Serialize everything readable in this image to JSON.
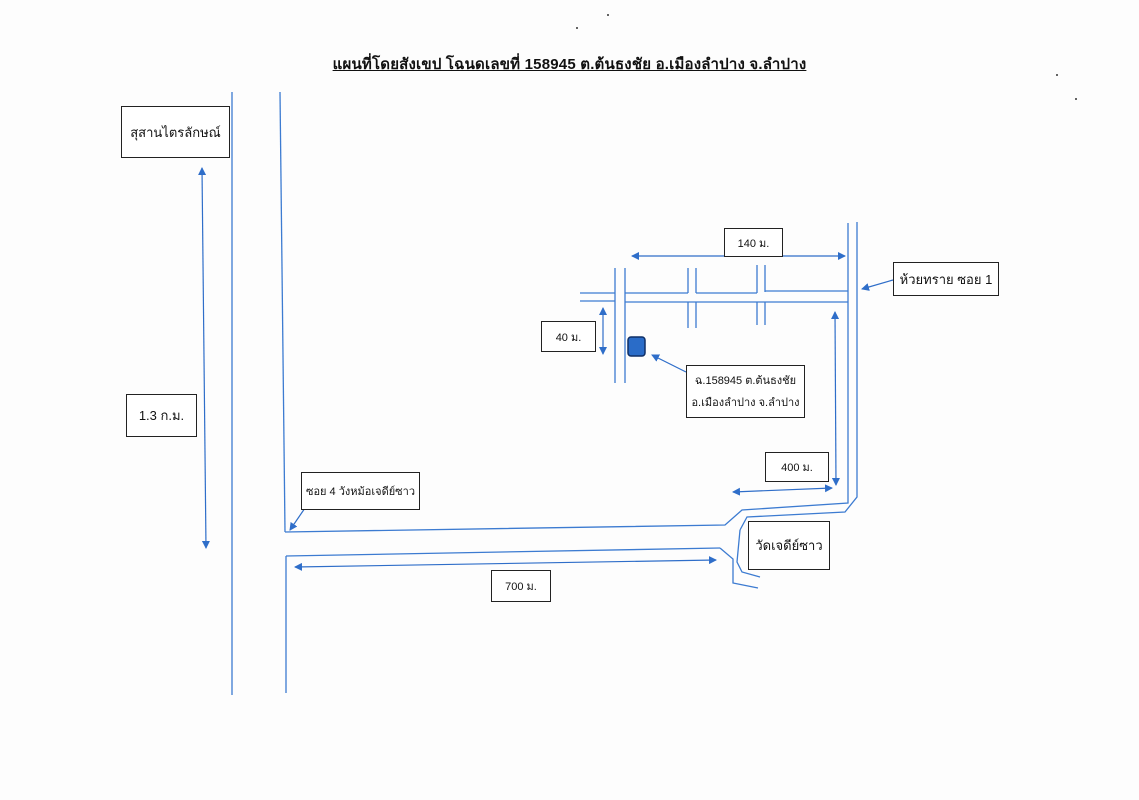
{
  "title": "แผนที่โดยสังเขป โฉนดเลขที่ 158945 ต.ต้นธงชัย อ.เมืองลำปาง จ.ลำปาง",
  "colors": {
    "road": "#3c7bd1",
    "arrow": "#2f6ec9",
    "marker_fill": "#2a6cc8",
    "marker_border": "#0f2f66",
    "box_border": "#222222"
  },
  "labels": {
    "cemetery": "สุสานไตรลักษณ์",
    "distance_13km": "1.3 ก.ม.",
    "soi4": "ซอย 4 วังหม้อเจดีย์ซาว",
    "dist_140": "140 ม.",
    "huai_sai": "ห้วยทราย ซอย 1",
    "dist_40": "40 ม.",
    "parcel_line1": "ฉ.158945 ต.ต้นธงชัย",
    "parcel_line2": "อ.เมืองลำปาง จ.ลำปาง",
    "dist_400": "400 ม.",
    "temple": "วัดเจดีย์ซาว",
    "dist_700": "700 ม."
  },
  "markers": {
    "parcel_icon": "square-parcel-marker"
  }
}
